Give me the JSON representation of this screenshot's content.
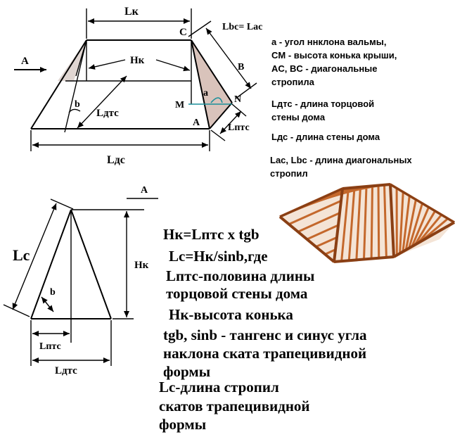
{
  "top_diagram": {
    "labels": {
      "Lk": "Lк",
      "C": "C",
      "Lbc_Lac": "Lbc= Lac",
      "A_arrow": "A",
      "Hk": "Hк",
      "B": "B",
      "a": "a",
      "N": "N",
      "b": "b",
      "Ldtc": "Lдтс",
      "M": "M",
      "A_corner": "A",
      "Lptc": "Lптс",
      "Ldc": "Lдс"
    },
    "legend": [
      "a - угол ннклона вальмы,",
      "CM - высота конька крыши,",
      "AC, BC - диагональные",
      "стропила",
      "Lдтс - длина торцовой",
      "стены дома",
      "Lдс - длина  стены дома",
      "Lac, Lbc - длина диагональных",
      "стропил"
    ]
  },
  "bottom_diagram": {
    "labels": {
      "A": "A",
      "Lc": "Lc",
      "Hk": "Hк",
      "b": "b",
      "Lptc": "Lптс",
      "Ldtc": "Lдтс"
    }
  },
  "formulas": [
    "Hк=Lптс x  tgb",
    "Lc=Hк/sinb,где",
    "Lптс-половина длины",
    "торцовой стены дома",
    "Hк-высота конька",
    "tgb, sinb - тангенс  и синус угла",
    "наклона ската трапецивидной",
    "формы",
    "Lc-длина стропил",
    "скатов трапецивидной",
    "формы"
  ],
  "colors": {
    "hip_fill": "#d9c3bb",
    "left_hip_fill": "#e0d6d2",
    "height_line": "#1a8f9a",
    "wood": "#c4682c",
    "wood_dark": "#8a3f14"
  }
}
